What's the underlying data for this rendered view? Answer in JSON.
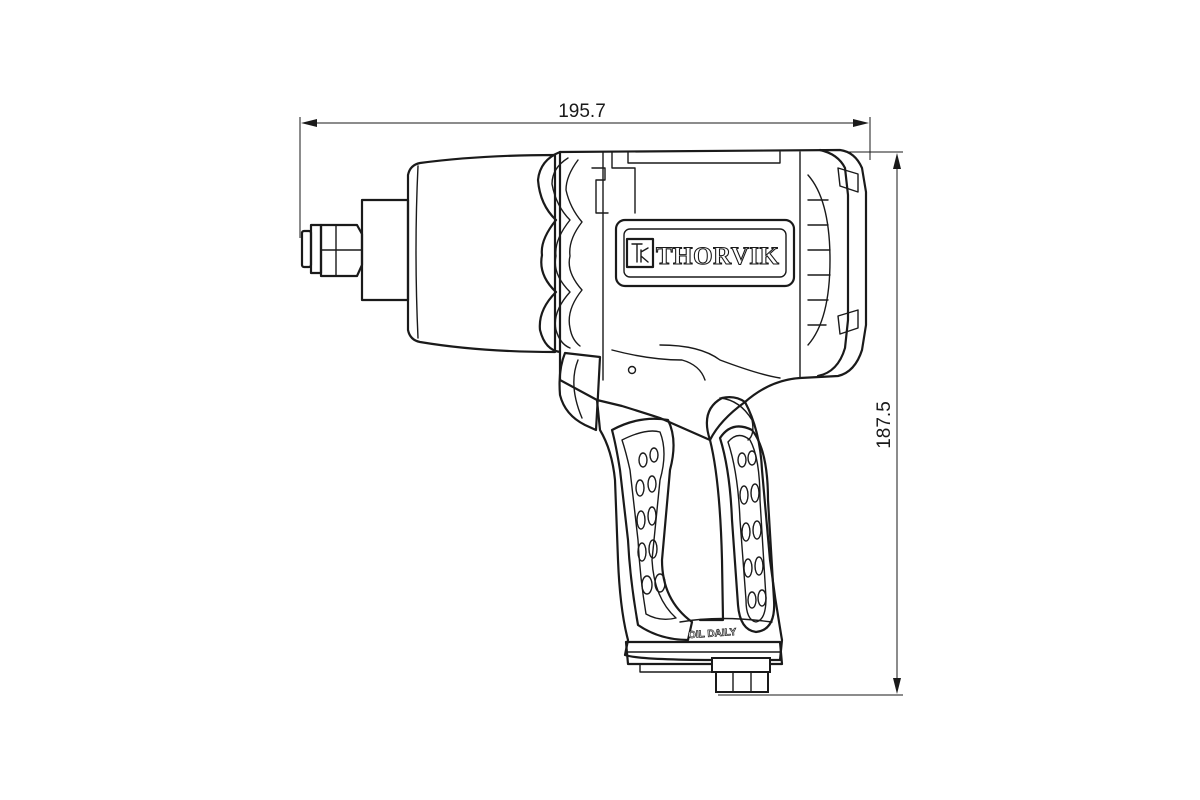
{
  "dimensions": {
    "length_label": "195.7",
    "height_label": "187.5"
  },
  "product": {
    "brand": "THORVIK",
    "grip_marking": "OIL DAILY"
  }
}
